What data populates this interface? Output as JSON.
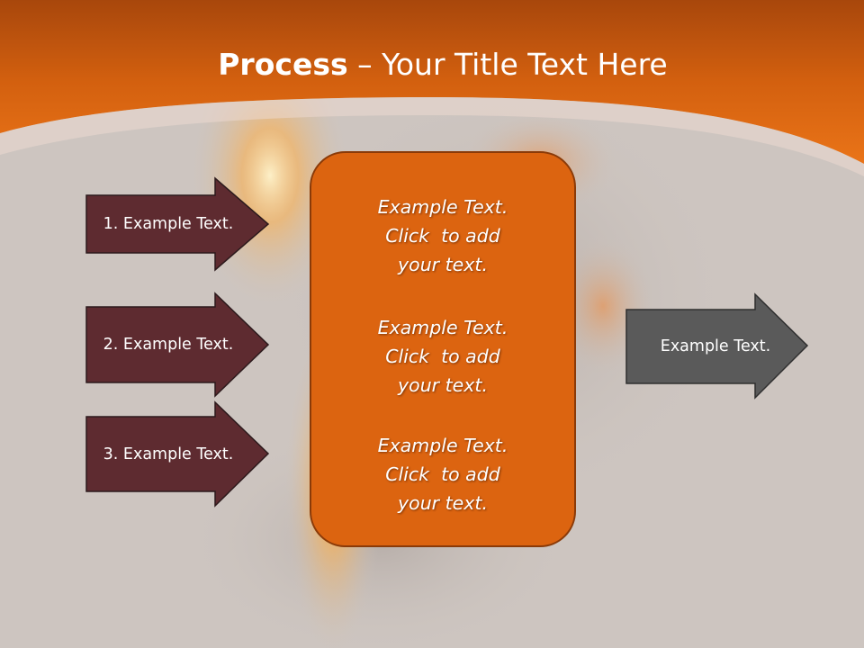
{
  "title": {
    "bold": "Process",
    "rest": " – Your Title Text Here"
  },
  "steps": [
    {
      "label": "1. Example Text."
    },
    {
      "label": "2. Example Text."
    },
    {
      "label": "3. Example Text."
    }
  ],
  "center": {
    "entries": [
      {
        "line1": "Example Text.",
        "line2": "Click  to add",
        "line3": "your text."
      },
      {
        "line1": "Example Text.",
        "line2": "Click  to add",
        "line3": "your text."
      },
      {
        "line1": "Example Text.",
        "line2": "Click  to add",
        "line3": "your text."
      }
    ]
  },
  "result": {
    "label": "Example Text."
  },
  "colors": {
    "header_orange": "#e06a14",
    "step_arrow_fill": "#5e2b30",
    "center_fill": "#dc6410",
    "result_arrow_fill": "#5a5a5a",
    "background_gray": "#cdc5c0"
  }
}
